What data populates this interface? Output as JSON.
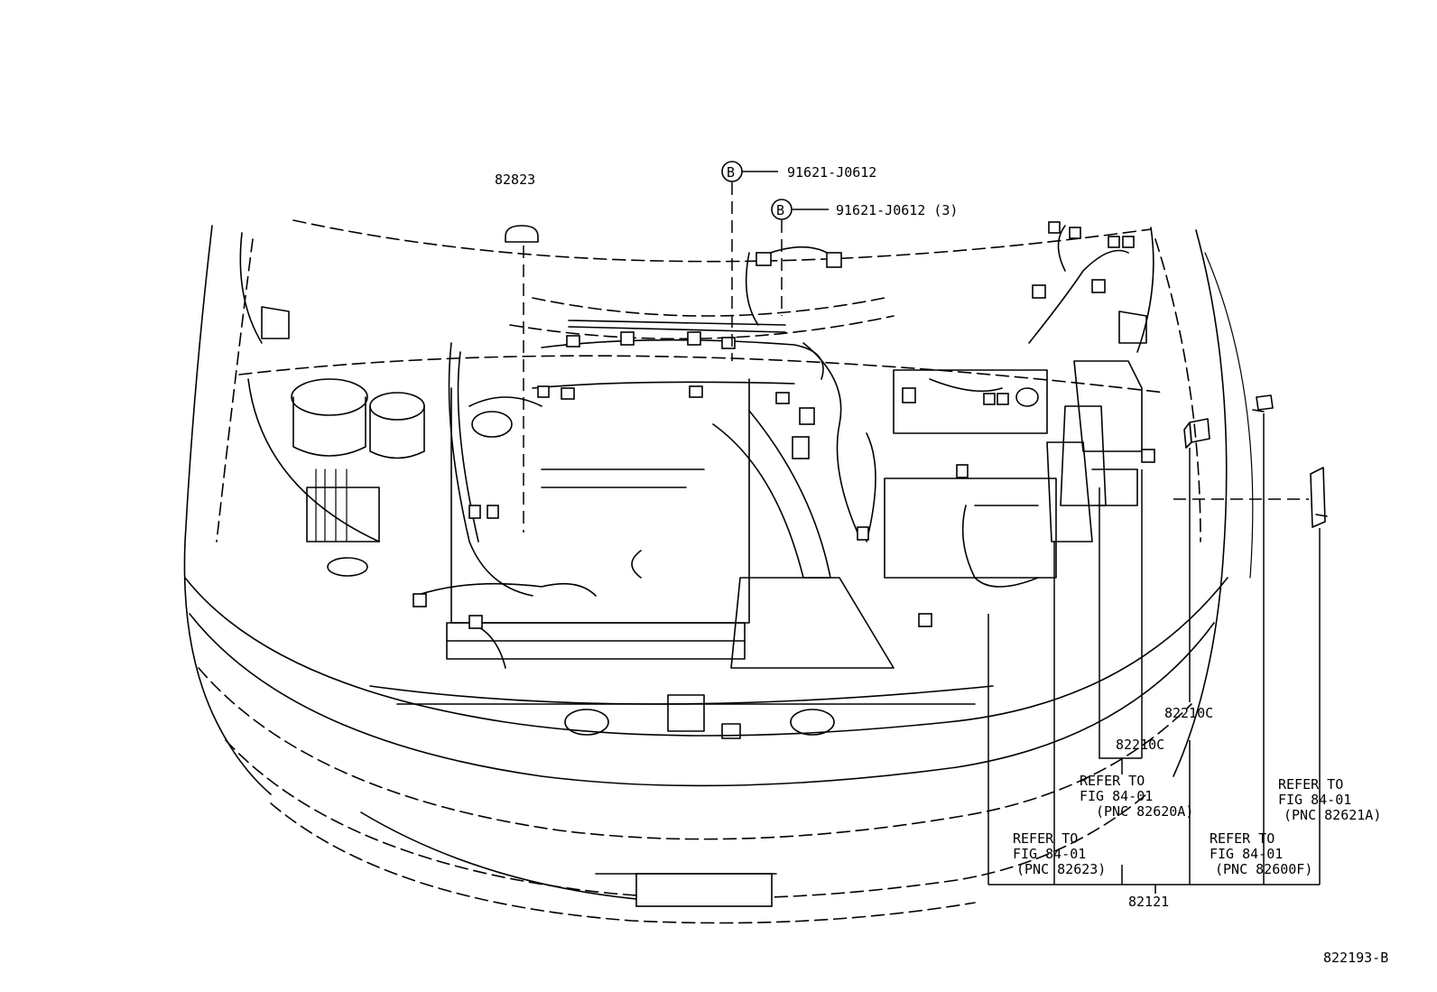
{
  "diagram_id": "822193-B",
  "callouts": {
    "part_82823": "82823",
    "bolt_symbol": "B",
    "bolt_1": "91621-J0612",
    "bolt_2": "91621-J0612 (3)",
    "part_82210c_a": "82210C",
    "part_82210c_b": "82210C",
    "part_82121": "82121"
  },
  "refer_notes": {
    "note_82620a": [
      "REFER TO",
      "FIG 84-01",
      "(PNC 82620A)"
    ],
    "note_82621a": [
      "REFER TO",
      "FIG 84-01",
      "(PNC 82621A)"
    ],
    "note_82623": [
      "REFER TO",
      "FIG 84-01",
      "(PNC 82623)"
    ],
    "note_82600f": [
      "REFER TO",
      "FIG 84-01",
      "(PNC 82600F)"
    ]
  }
}
